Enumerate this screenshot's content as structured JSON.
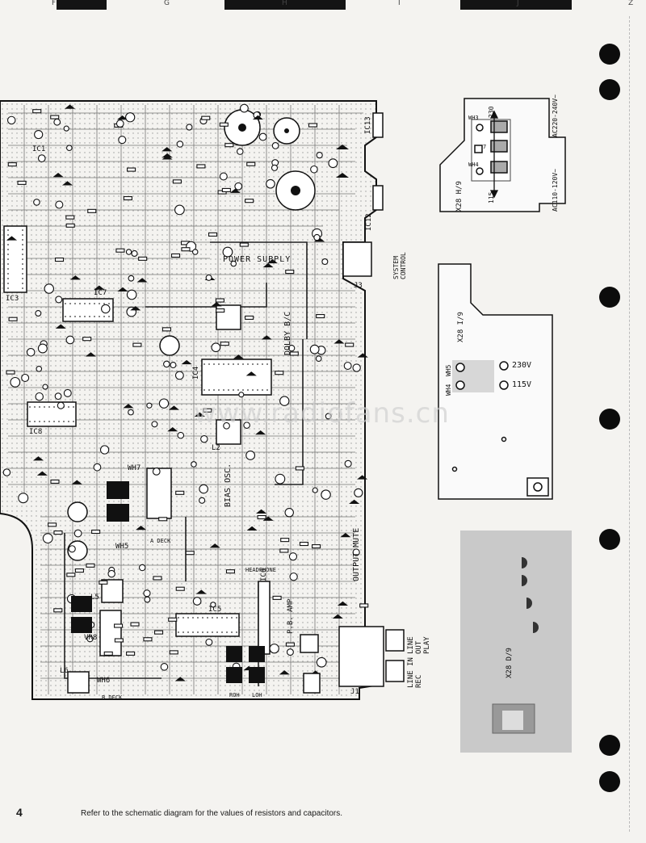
{
  "column_markers": [
    "F",
    "G",
    "H",
    "I",
    "J",
    "Z"
  ],
  "pcb": {
    "sections": {
      "power_supply": "POWER SUPPLY",
      "dolby": "DOLBY B/C",
      "bias_osc": "BIAS OSC.",
      "output_mute": "OUTPUT MUTE",
      "pb_amp": "P.B. AMP",
      "headphone": "HEADPHONE"
    },
    "ic_labels": [
      "IC1",
      "IC3",
      "IC7",
      "IC8",
      "IC4",
      "IC5",
      "IC6",
      "IC12",
      "IC13"
    ],
    "component_labels": [
      "L2",
      "L5",
      "L6",
      "VR8",
      "WH5",
      "WH6",
      "WH7",
      "A DECK",
      "B DECK",
      "ROH",
      "LOH",
      "J3",
      "J1"
    ],
    "connectors": {
      "system_control": "SYSTEM CONTROL",
      "line_out_play": "LINE OUT PLAY",
      "line_in_rec": "LINE IN REC"
    }
  },
  "insets": [
    {
      "id": "X28 H/9",
      "voltage_upper": "AC220-240V~",
      "voltage_lower": "AC110-120V~",
      "tap_upper": "230",
      "tap_lower": "115",
      "pads": [
        "WH3",
        "7",
        "WH4"
      ]
    },
    {
      "id": "X28 I/9",
      "pads": [
        "WH4",
        "WH5"
      ],
      "volt_a": "230V",
      "volt_b": "115V"
    },
    {
      "id": "X28 D/9"
    }
  ],
  "watermark": "www.radiofans.cn",
  "footer": {
    "page_number": "4",
    "note": "Refer to the schematic diagram for the values of resistors and capacitors."
  }
}
